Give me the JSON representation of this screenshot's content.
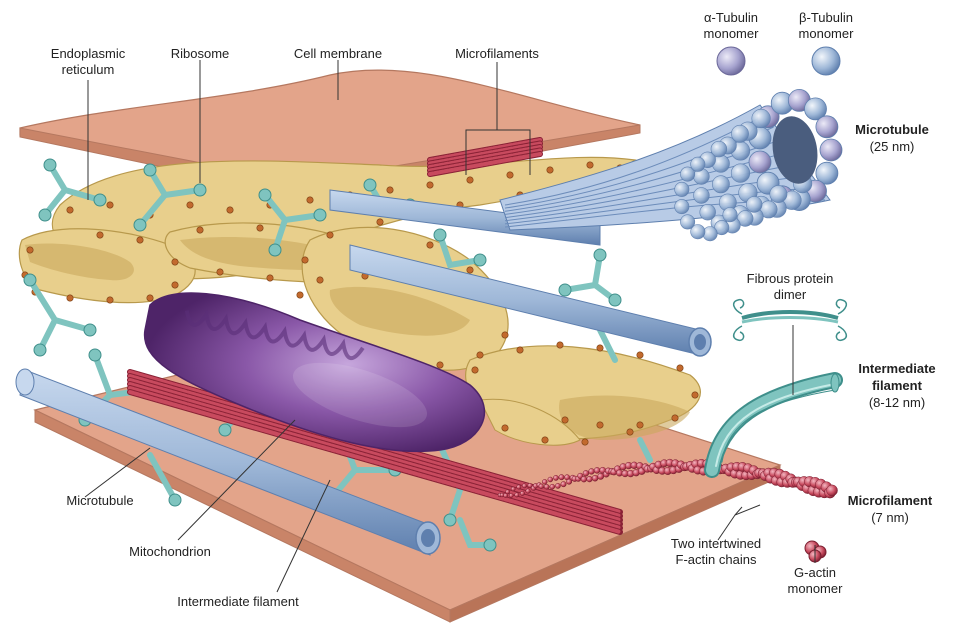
{
  "labels": {
    "endoplasmic_reticulum": [
      "Endoplasmic",
      "reticulum"
    ],
    "ribosome": "Ribosome",
    "cell_membrane": "Cell membrane",
    "microfilaments_top": "Microfilaments",
    "alpha_tubulin": [
      "α-Tubulin",
      "monomer"
    ],
    "beta_tubulin": [
      "β-Tubulin",
      "monomer"
    ],
    "microtubule_right": [
      "Microtubule",
      "(25 nm)"
    ],
    "fibrous_protein_dimer": [
      "Fibrous protein",
      "dimer"
    ],
    "intermediate_filament_right": [
      "Intermediate",
      "filament",
      "(8-12 nm)"
    ],
    "microfilament_right": [
      "Microfilament",
      "(7 nm)"
    ],
    "two_intertwined": [
      "Two intertwined",
      "F-actin chains"
    ],
    "g_actin": [
      "G-actin",
      "monomer"
    ],
    "microtubule_left": "Microtubule",
    "mitochondrion": "Mitochondrion",
    "intermediate_filament_bottom": "Intermediate filament"
  },
  "colors": {
    "membrane": "#e3a48a",
    "membrane_edge": "#c98468",
    "er": "#e8cf8c",
    "er_edge": "#b8994c",
    "ribosome": "#c26a2e",
    "microtubule": "#9fb8d8",
    "microtubule_dark": "#5e7fae",
    "intermediate": "#7fc4bf",
    "intermediate_dark": "#3f8f8b",
    "actin": "#c84a5e",
    "actin_dark": "#8a2236",
    "mito": "#8a58a8",
    "mito_dark": "#5a2f78"
  }
}
